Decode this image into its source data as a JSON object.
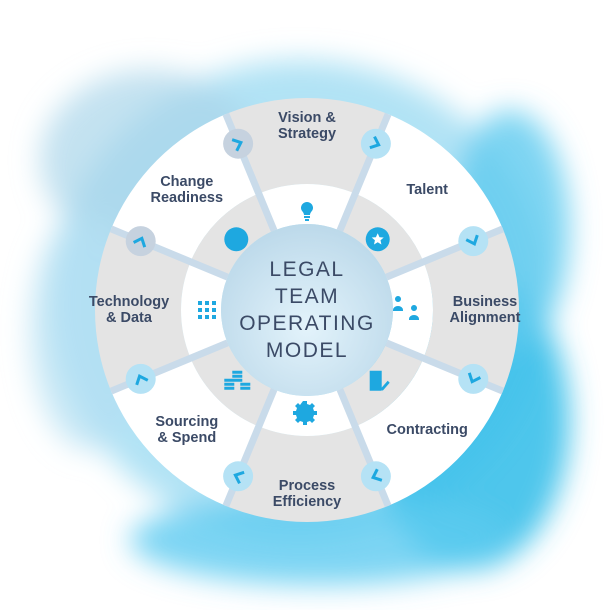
{
  "title": "LEGAL\nTEAM\nOPERATING\nMODEL",
  "colors": {
    "accent": "#1ea8e0",
    "text": "#3b4a66",
    "gray": "#e4e4e4",
    "white": "#ffffff",
    "divider": "#c9dbea",
    "marker_gray": "#c6d2df",
    "marker_blue": "#b5e2f5"
  },
  "segments": [
    {
      "label": "Vision &\nStrategy",
      "icon": "lightbulb-icon"
    },
    {
      "label": "Talent",
      "icon": "star-icon"
    },
    {
      "label": "Business\nAlignment",
      "icon": "people-exchange-icon"
    },
    {
      "label": "Contracting",
      "icon": "document-edit-icon"
    },
    {
      "label": "Process\nEfficiency",
      "icon": "gears-icon"
    },
    {
      "label": "Sourcing\n& Spend",
      "icon": "coins-icon"
    },
    {
      "label": "Technology\n& Data",
      "icon": "network-grid-icon"
    },
    {
      "label": "Change\nReadiness",
      "icon": "alarm-clock-icon"
    }
  ]
}
